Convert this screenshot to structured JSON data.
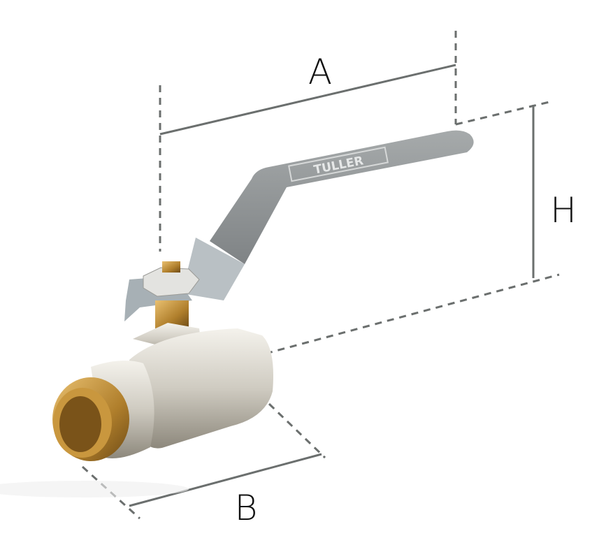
{
  "dimensions": {
    "a": "A",
    "b": "B",
    "h": "H"
  },
  "product": {
    "brand_logo": "TULLER"
  },
  "colors": {
    "dimension_line": "#6b6f6e",
    "handle": "#8e9293",
    "brass": "#c9973e",
    "nickel": "#d8d6cf"
  }
}
